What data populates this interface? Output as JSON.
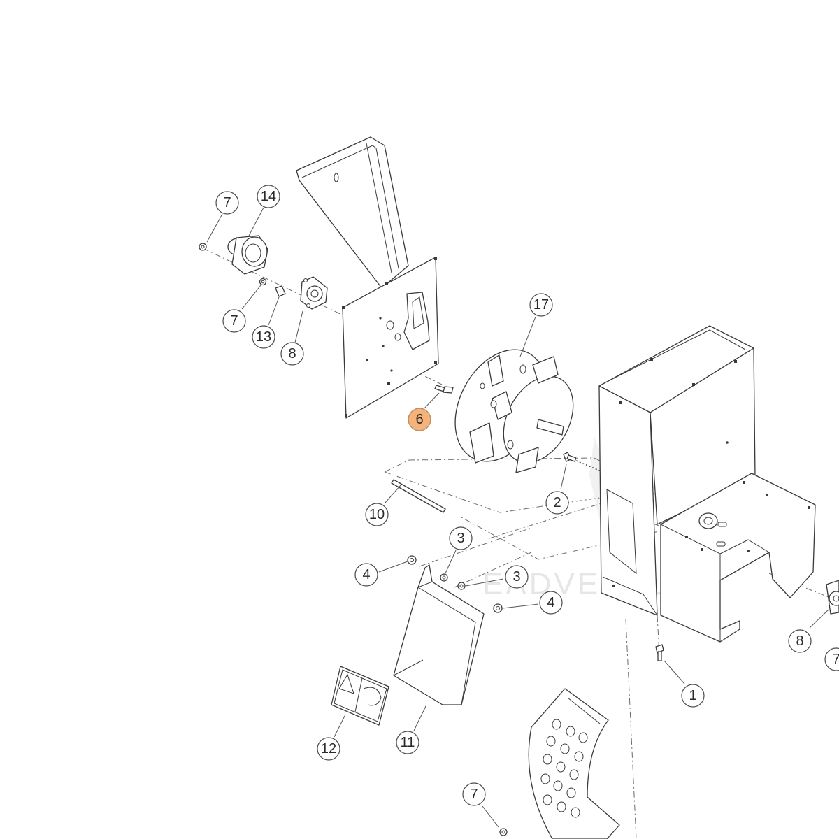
{
  "watermark": "EADVENTURE",
  "highlight_color": "#f4b37a",
  "callouts": [
    {
      "key": "c7a",
      "label": "7"
    },
    {
      "key": "c14",
      "label": "14"
    },
    {
      "key": "c7b",
      "label": "7"
    },
    {
      "key": "c13",
      "label": "13"
    },
    {
      "key": "c8a",
      "label": "8"
    },
    {
      "key": "c17",
      "label": "17"
    },
    {
      "key": "c6",
      "label": "6",
      "highlighted": true
    },
    {
      "key": "c10",
      "label": "10"
    },
    {
      "key": "c2",
      "label": "2"
    },
    {
      "key": "c3a",
      "label": "3"
    },
    {
      "key": "c3b",
      "label": "3"
    },
    {
      "key": "c4a",
      "label": "4"
    },
    {
      "key": "c4b",
      "label": "4"
    },
    {
      "key": "c8b",
      "label": "8"
    },
    {
      "key": "c7c",
      "label": "7"
    },
    {
      "key": "c1",
      "label": "1"
    },
    {
      "key": "c12",
      "label": "12"
    },
    {
      "key": "c11",
      "label": "11"
    },
    {
      "key": "c7d",
      "label": "7"
    }
  ]
}
